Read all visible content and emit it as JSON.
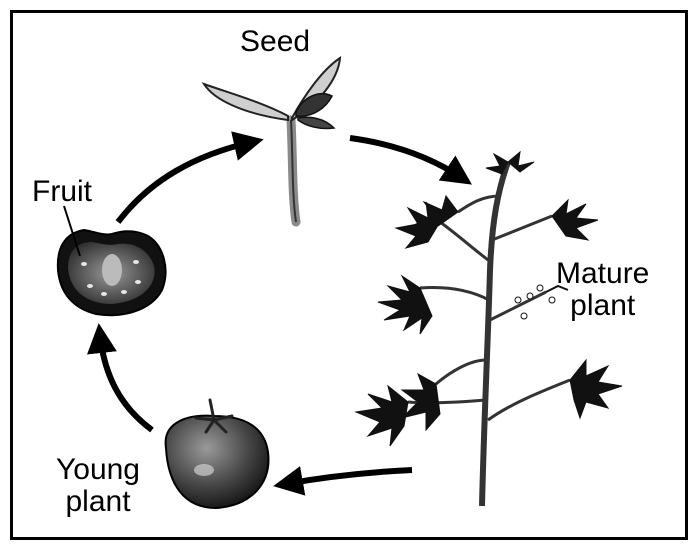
{
  "labels": {
    "seed": "Seed",
    "fruit": "Fruit",
    "mature_plant": "Mature\nplant",
    "young_plant": "Young\nplant"
  },
  "colors": {
    "ink": "#000000",
    "background": "#ffffff",
    "leaf_dark": "#222222",
    "leaf_light": "#cfcfcf",
    "fruit_flesh": "#7a7a7a"
  }
}
